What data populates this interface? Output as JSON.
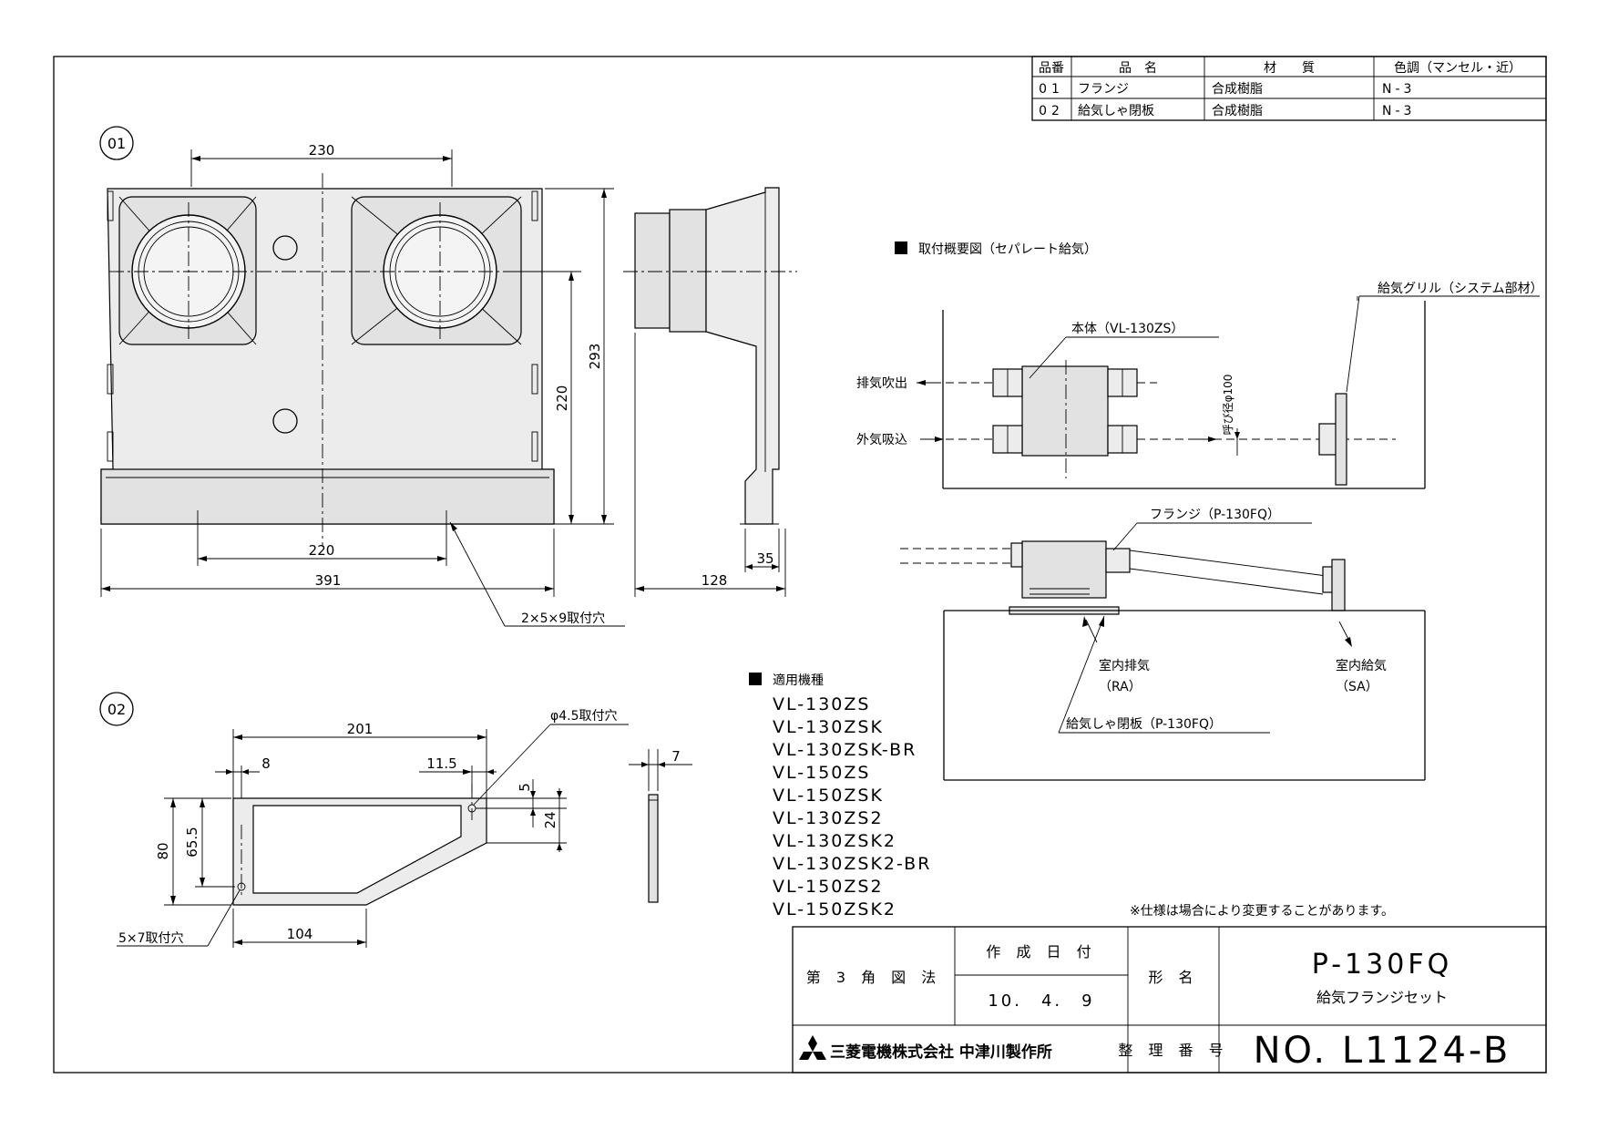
{
  "parts_table": {
    "headers": [
      "品番",
      "品　名",
      "材　　質",
      "色調（マンセル・近）"
    ],
    "rows": [
      [
        "01",
        "フランジ",
        "合成樹脂",
        "N-3"
      ],
      [
        "02",
        "給気しゃ閉板",
        "合成樹脂",
        "N-3"
      ]
    ]
  },
  "view_01": {
    "tag": "01",
    "dims": {
      "top_spacing": "230",
      "bottom_spacing": "220",
      "total_width": "391",
      "inner_height": "220",
      "total_height": "293",
      "side_depth": "128",
      "side_lip": "35"
    },
    "hole_note": "2×5×9取付穴"
  },
  "view_02": {
    "tag": "02",
    "dims": {
      "width": "201",
      "left_offset": "8",
      "right_offset": "11.5",
      "small_gap": "5",
      "hole_height": "24",
      "outer_height": "80",
      "inner_height": "65.5",
      "bottom_width": "104",
      "thickness": "7"
    },
    "hole_top_note": "φ4.5取付穴",
    "hole_bottom_note": "5×7取付穴"
  },
  "install": {
    "title": "取付概要図（セパレート給気）",
    "main_unit": "本体（VL-130ZS）",
    "grille": "給気グリル（システム部材）",
    "exhaust_out": "排気吹出",
    "outside_in": "外気吸込",
    "duct_size": "呼び径φ100",
    "flange": "フランジ（P-130FQ）",
    "room_exhaust": "室内排気",
    "room_exhaust_code": "（RA）",
    "room_supply": "室内給気",
    "room_supply_code": "（SA）",
    "shutter": "給気しゃ閉板（P-130FQ）"
  },
  "models": {
    "title": "適用機種",
    "items": [
      "VL-130ZS",
      "VL-130ZSK",
      "VL-130ZSK-BR",
      "VL-150ZS",
      "VL-150ZSK",
      "VL-130ZS2",
      "VL-130ZSK2",
      "VL-130ZSK2-BR",
      "VL-150ZS2",
      "VL-150ZSK2"
    ]
  },
  "spec_note": "※仕様は場合により変更することがあります。",
  "title_block": {
    "projection": "第 3 角 図 法",
    "date_label": "作 成 日 付",
    "date_value": "10.　4.　9",
    "model_label": "形 名",
    "model_number": "P-130FQ",
    "model_name": "給気フランジセット",
    "company": "三菱電機株式会社 中津川製作所",
    "ref_label": "整 理 番 号",
    "ref_number": "NO. L1124-B"
  }
}
